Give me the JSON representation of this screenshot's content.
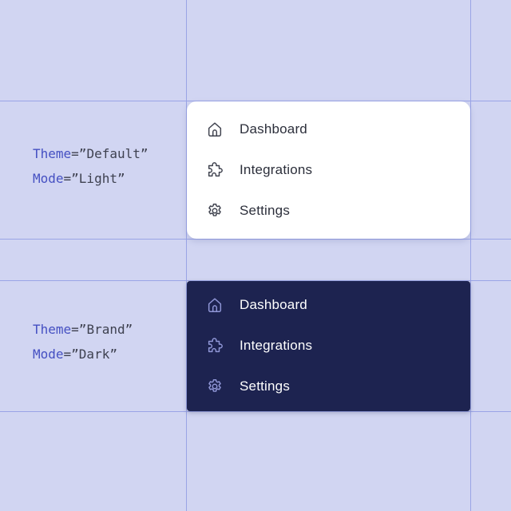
{
  "variants": [
    {
      "theme_key": "Theme",
      "theme_value": "=”Default”",
      "mode_key": "Mode",
      "mode_value": "=”Light”",
      "menu": [
        {
          "icon": "home-icon",
          "label": "Dashboard"
        },
        {
          "icon": "puzzle-icon",
          "label": "Integrations"
        },
        {
          "icon": "gear-icon",
          "label": "Settings"
        }
      ]
    },
    {
      "theme_key": "Theme",
      "theme_value": "=”Brand”",
      "mode_key": "Mode",
      "mode_value": "=”Dark”",
      "menu": [
        {
          "icon": "home-icon",
          "label": "Dashboard"
        },
        {
          "icon": "puzzle-icon",
          "label": "Integrations"
        },
        {
          "icon": "gear-icon",
          "label": "Settings"
        }
      ]
    }
  ],
  "colors": {
    "background": "#d1d5f2",
    "grid_line": "#9aa4e6",
    "key_text": "#4550c2",
    "light_card": "#ffffff",
    "dark_card": "#1d2350"
  }
}
